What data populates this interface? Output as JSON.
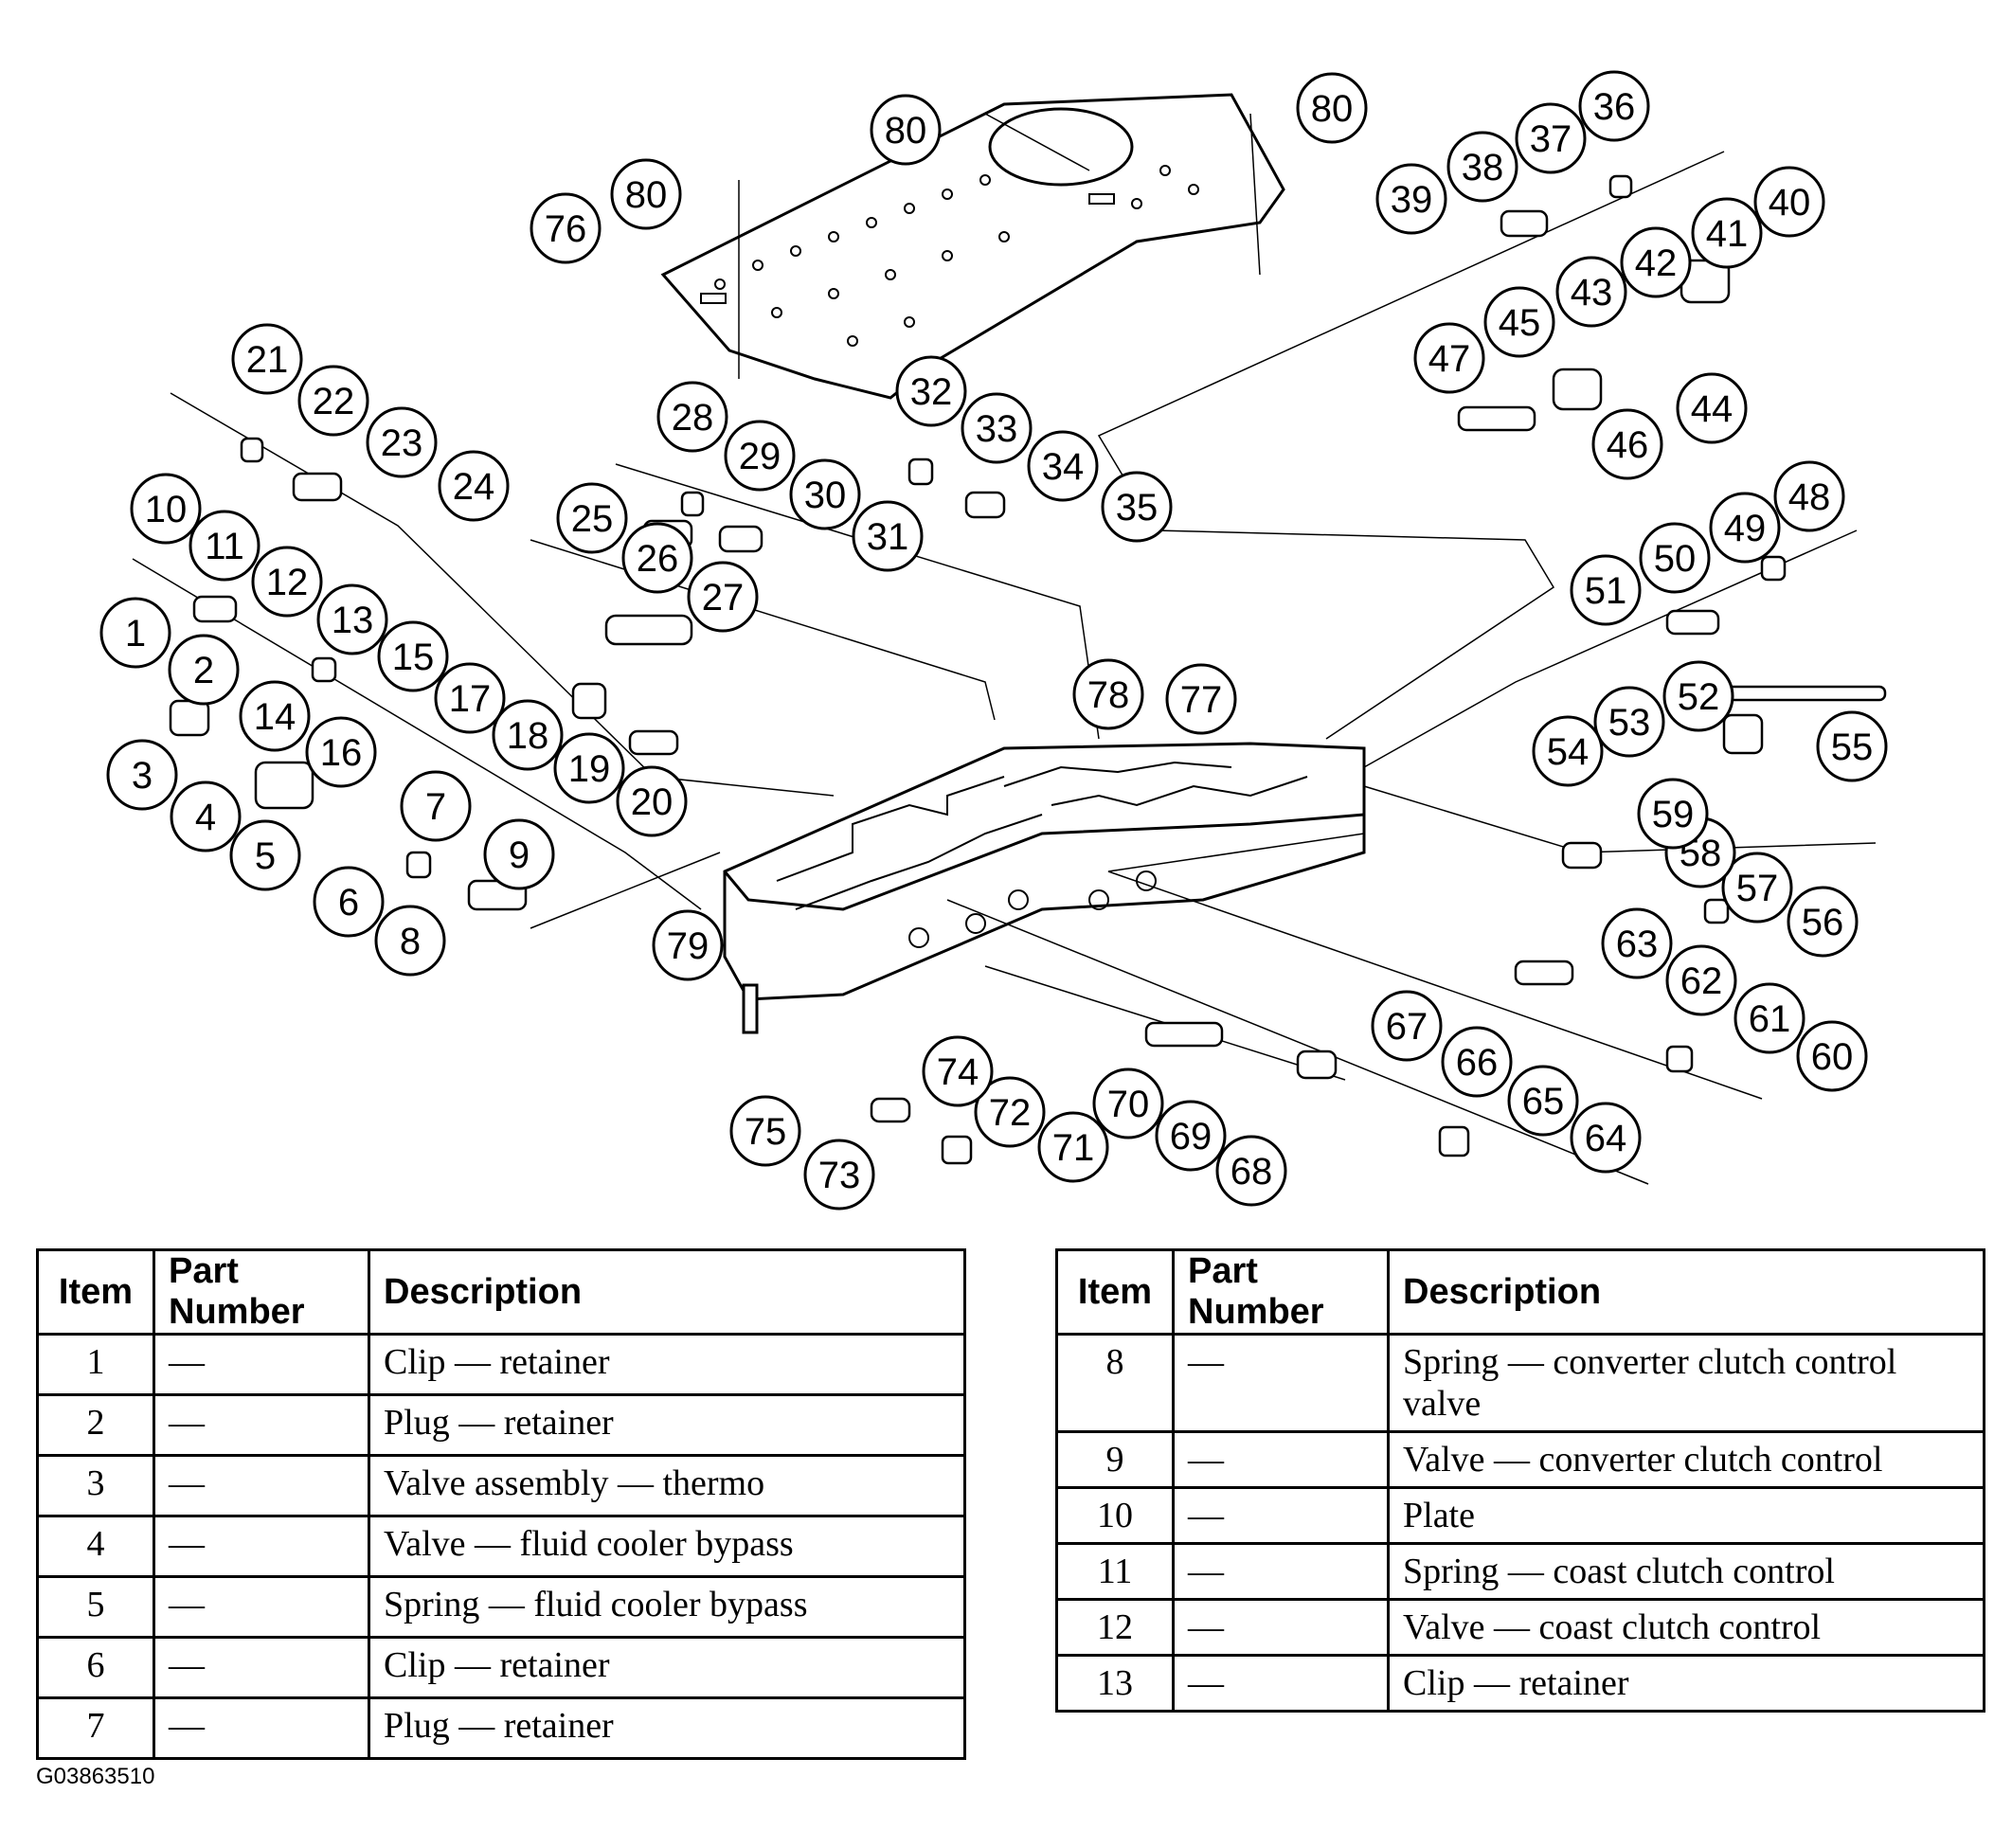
{
  "diagram": {
    "callouts": [
      "1",
      "2",
      "3",
      "4",
      "5",
      "6",
      "7",
      "8",
      "9",
      "10",
      "11",
      "12",
      "13",
      "14",
      "15",
      "16",
      "17",
      "18",
      "19",
      "20",
      "21",
      "22",
      "23",
      "24",
      "25",
      "26",
      "27",
      "28",
      "29",
      "30",
      "31",
      "32",
      "33",
      "34",
      "35",
      "36",
      "37",
      "38",
      "39",
      "40",
      "41",
      "42",
      "43",
      "44",
      "45",
      "46",
      "47",
      "48",
      "49",
      "50",
      "51",
      "52",
      "53",
      "54",
      "55",
      "56",
      "57",
      "58",
      "59",
      "60",
      "61",
      "62",
      "63",
      "64",
      "65",
      "66",
      "67",
      "68",
      "69",
      "70",
      "71",
      "72",
      "73",
      "74",
      "75",
      "76",
      "77",
      "78",
      "79",
      "80",
      "80",
      "80"
    ]
  },
  "tables": {
    "headers": {
      "item": "Item",
      "part_number": "Part Number",
      "description": "Description"
    },
    "left": [
      {
        "item": "1",
        "part_number": "—",
        "description": "Clip — retainer"
      },
      {
        "item": "2",
        "part_number": "—",
        "description": "Plug — retainer"
      },
      {
        "item": "3",
        "part_number": "—",
        "description": "Valve assembly — thermo"
      },
      {
        "item": "4",
        "part_number": "—",
        "description": "Valve — fluid cooler bypass"
      },
      {
        "item": "5",
        "part_number": "—",
        "description": "Spring — fluid cooler bypass"
      },
      {
        "item": "6",
        "part_number": "—",
        "description": "Clip — retainer"
      },
      {
        "item": "7",
        "part_number": "—",
        "description": "Plug — retainer"
      }
    ],
    "right": [
      {
        "item": "8",
        "part_number": "—",
        "description": "Spring — converter clutch control valve"
      },
      {
        "item": "9",
        "part_number": "—",
        "description": "Valve — converter clutch control"
      },
      {
        "item": "10",
        "part_number": "—",
        "description": "Plate"
      },
      {
        "item": "11",
        "part_number": "—",
        "description": "Spring — coast clutch control"
      },
      {
        "item": "12",
        "part_number": "—",
        "description": "Valve — coast clutch control"
      },
      {
        "item": "13",
        "part_number": "—",
        "description": "Clip — retainer"
      }
    ]
  },
  "figure_id": "G03863510"
}
